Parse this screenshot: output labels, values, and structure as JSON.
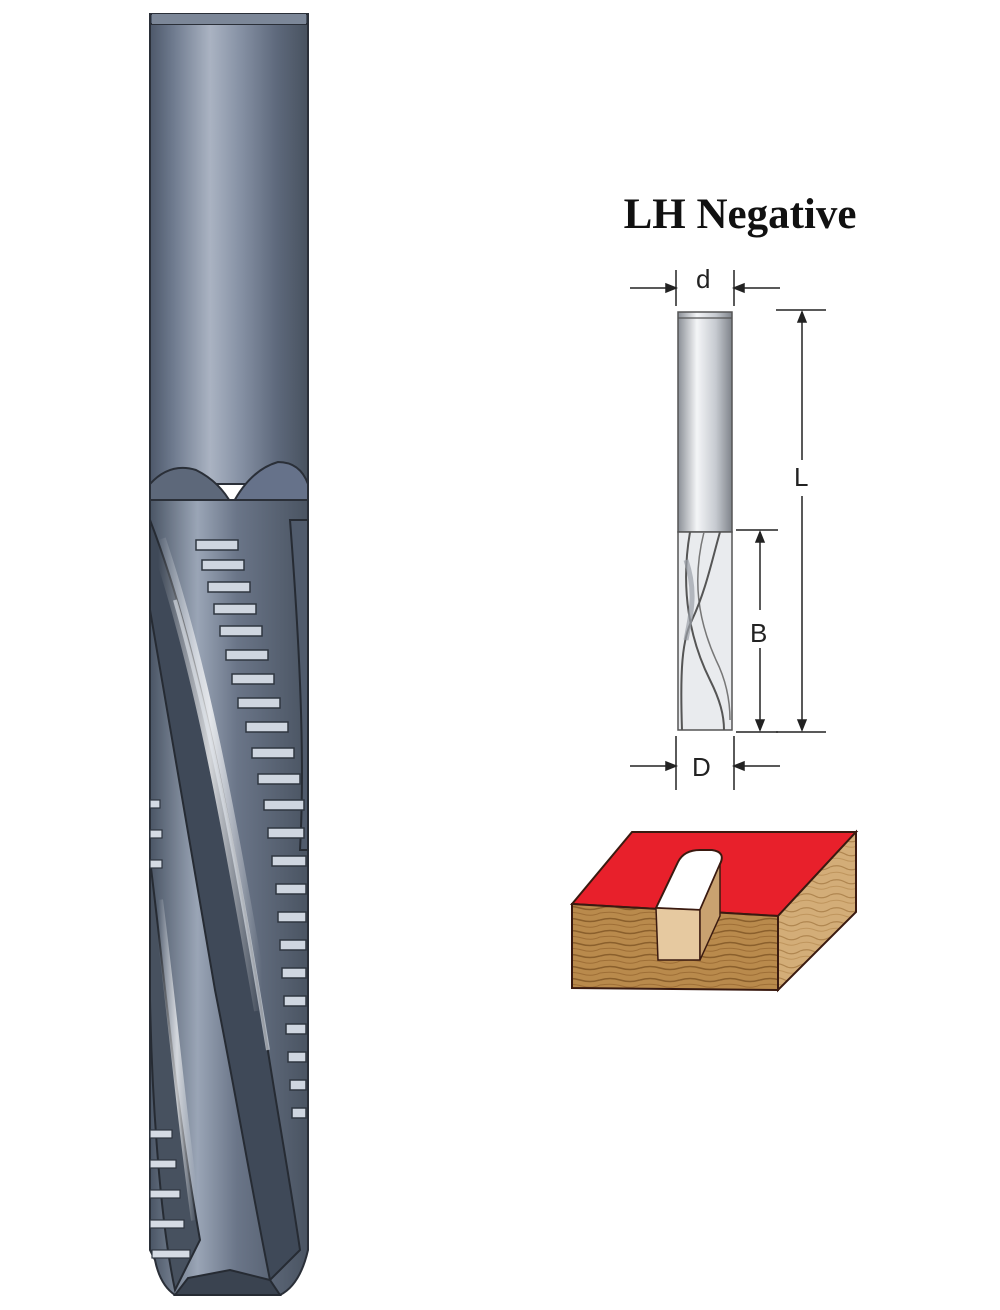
{
  "title": "LH Negative",
  "dimensions": {
    "shank_diameter": "d",
    "overall_length": "L",
    "cutting_length": "B",
    "cutting_diameter": "D"
  },
  "colors": {
    "accent_red": "#e8202b",
    "wood": "#b98a4c",
    "steel_dark": "#5f6b7e",
    "steel_light": "#c9d0db"
  },
  "icons": {
    "large_bit": "spiral-router-bit-icon",
    "schematic": "router-bit-schematic-icon",
    "workpiece": "slotted-wood-block-icon"
  }
}
